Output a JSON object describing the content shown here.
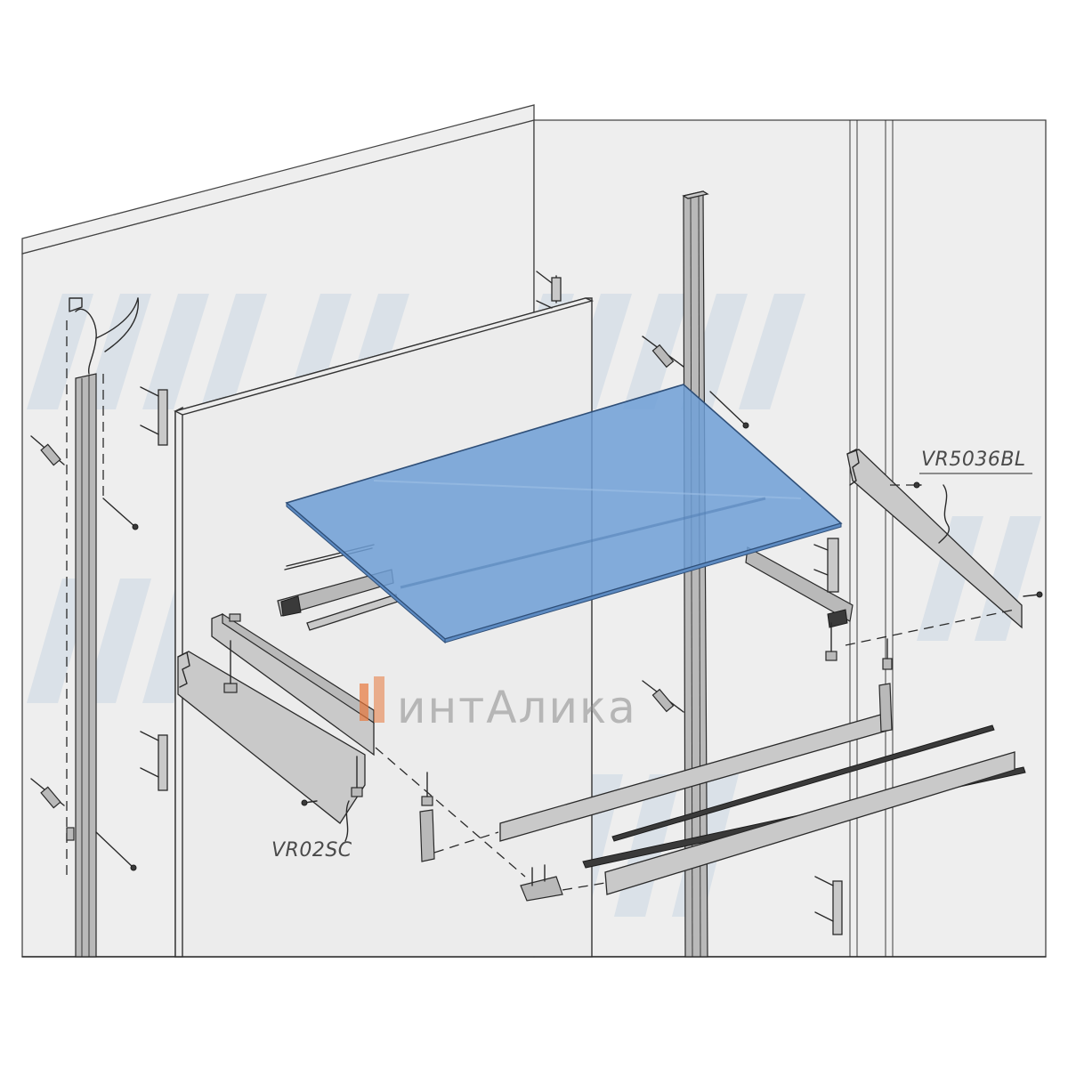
{
  "labels": {
    "top_right": "VR5036BL",
    "bottom_left": "VR02SC"
  },
  "watermark": {
    "text": "интАлика"
  },
  "colors": {
    "glass_shelf": "#6f9fd6",
    "watermark_blue": "#7fa9cf",
    "logo_orange": "#e8783c"
  }
}
